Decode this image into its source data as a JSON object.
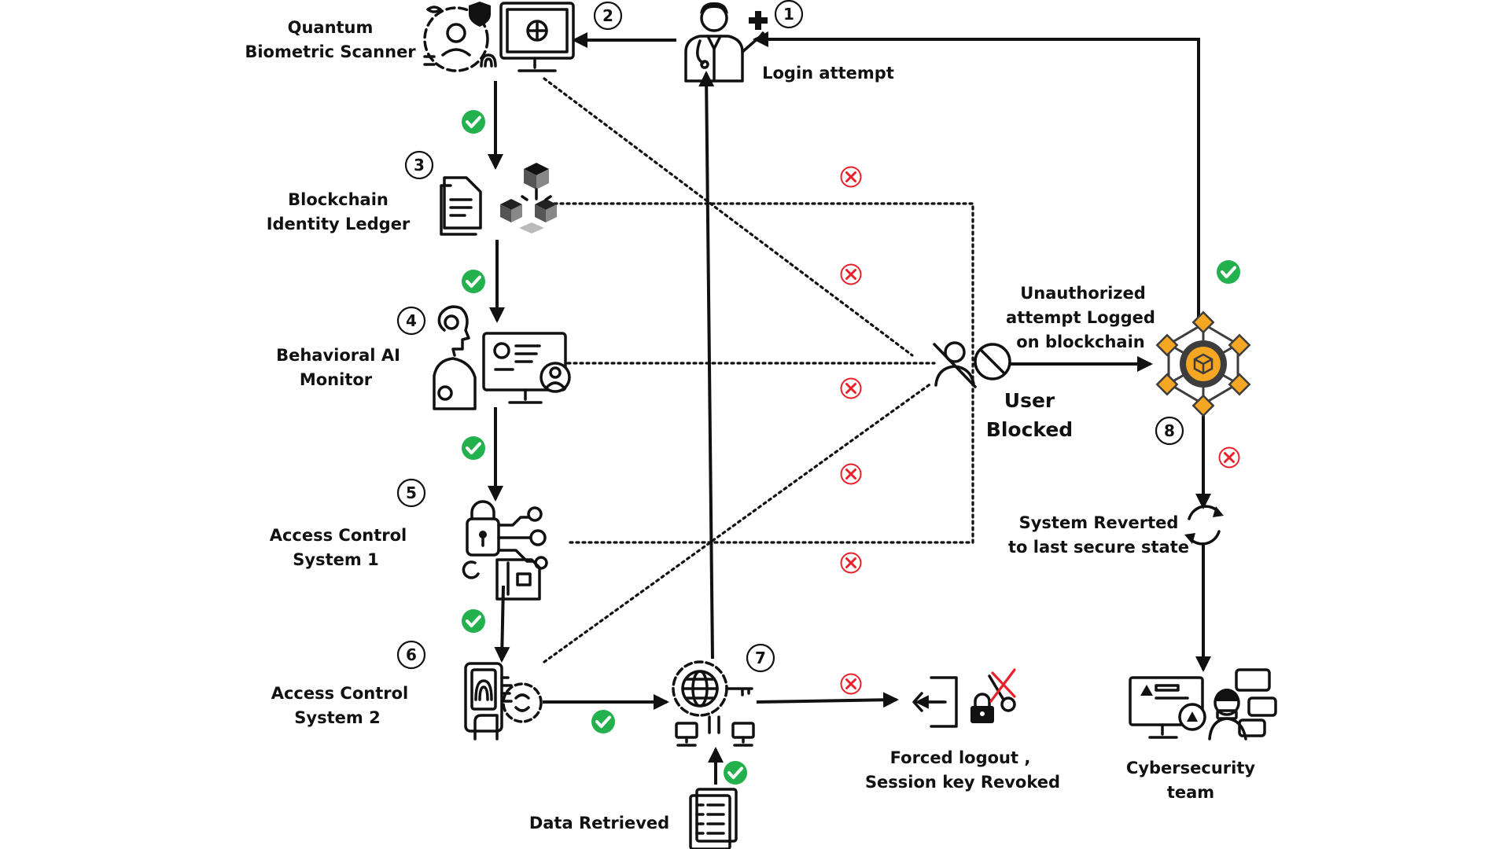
{
  "nodes": {
    "login": {
      "step": "1",
      "label": "Login attempt"
    },
    "scanner": {
      "step": "2",
      "label_lines": [
        "Quantum",
        "Biometric Scanner"
      ]
    },
    "ledger": {
      "step": "3",
      "label_lines": [
        "Blockchain",
        "Identity Ledger"
      ]
    },
    "ai_monitor": {
      "step": "4",
      "label_lines": [
        "Behavioral AI",
        "Monitor"
      ]
    },
    "acs1": {
      "step": "5",
      "label_lines": [
        "Access Control",
        "System 1"
      ]
    },
    "acs2": {
      "step": "6",
      "label_lines": [
        "Access Control",
        "System 2"
      ]
    },
    "gateway": {
      "step": "7"
    },
    "blockchain_log": {
      "step": "8",
      "label_lines": [
        "Unauthorized",
        "attempt  Logged",
        "on blockchain"
      ]
    },
    "user_blocked": {
      "label_lines": [
        "User",
        "Blocked"
      ]
    },
    "reverted": {
      "label_lines": [
        "System Reverted",
        "to last secure state"
      ]
    },
    "cyber_team": {
      "label_lines": [
        "Cybersecurity",
        "team"
      ]
    },
    "forced_logout": {
      "label_lines": [
        "Forced logout ,",
        "Session key Revoked"
      ]
    },
    "data_retrieved": {
      "label": "Data Retrieved"
    }
  },
  "status_marks": {
    "success": {
      "name": "check-icon",
      "color": "#22b14c"
    },
    "failure": {
      "name": "cross-icon",
      "color": "#e8202a"
    }
  },
  "colors": {
    "line": "#111111",
    "blockchain_gold": "#f5a623",
    "blockchain_dark": "#3d3d3d"
  }
}
